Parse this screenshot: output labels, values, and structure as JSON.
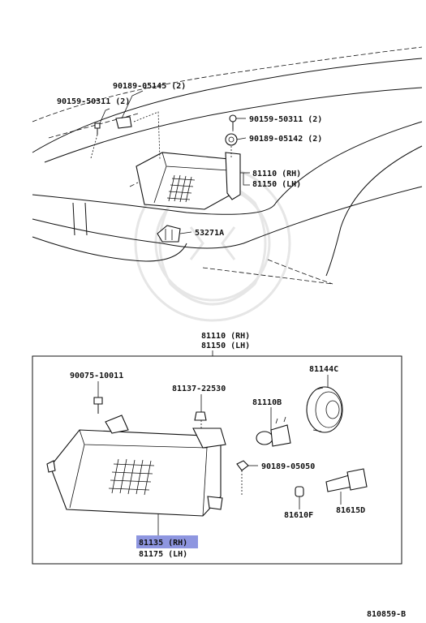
{
  "diagram": {
    "upper": {
      "bolt_left": "90159-50311 (2)",
      "clip_left": "90189-05145 (2)",
      "bolt_right": "90159-50311 (2)",
      "clip_right": "90189-05142 (2)",
      "headlamp_rh": "81110 (RH)",
      "headlamp_lh": "81150 (LH)",
      "bracket": "53271A"
    },
    "lower": {
      "header_rh": "81110 (RH)",
      "header_lh": "81150 (LH)",
      "screw": "90075-10011",
      "retainer": "81137-22530",
      "socket_cover": "81144C",
      "bulb": "81110B",
      "grommet": "90189-05050",
      "bulb_small": "81610F",
      "socket": "81615D",
      "lens_rh": "81135 (RH)",
      "lens_lh": "81175 (LH)"
    },
    "figure_number": "810859-B",
    "highlight_color": "#8e96e0"
  }
}
